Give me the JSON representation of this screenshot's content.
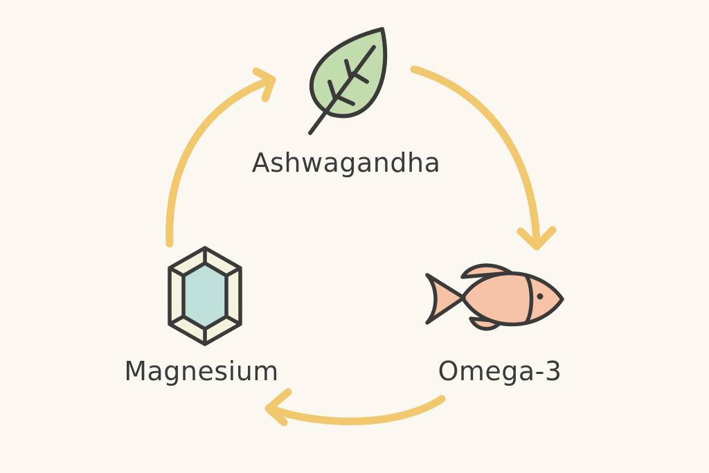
{
  "diagram": {
    "nodes": [
      {
        "id": "ashwagandha",
        "label": "Ashwagandha",
        "icon": "leaf-icon"
      },
      {
        "id": "omega3",
        "label": "Omega-3",
        "icon": "fish-icon"
      },
      {
        "id": "magnesium",
        "label": "Magnesium",
        "icon": "gem-icon"
      }
    ],
    "edges": [
      {
        "from": "ashwagandha",
        "to": "omega3"
      },
      {
        "from": "omega3",
        "to": "magnesium"
      },
      {
        "from": "magnesium",
        "to": "ashwagandha"
      }
    ],
    "colors": {
      "background": "#fbf8f2",
      "arrow": "#f2c86f",
      "outline": "#3a3a3a",
      "leaf": "#c3dcae",
      "fish": "#f6c3a6",
      "gem": "#bfe0d9",
      "gem_light": "#f4f1dc",
      "text": "#3a3a3a"
    }
  }
}
